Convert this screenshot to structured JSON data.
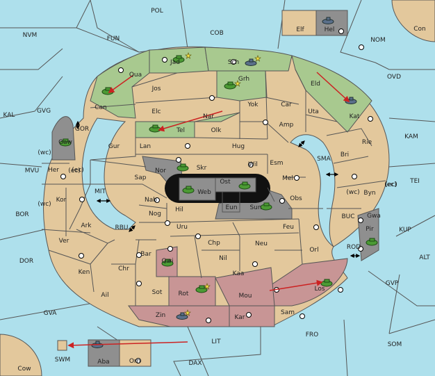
{
  "colors": {
    "sea": "#aee0ec",
    "land": "#e3c89c",
    "green": "#a8c98f",
    "red": "#c89595",
    "grey": "#8f8f8f",
    "black": "#000000",
    "border": "#555555"
  },
  "sea_labels": [
    "POL",
    "NVM",
    "FUN",
    "COB",
    "NOM",
    "Con",
    "OVD",
    "KAL",
    "GVG",
    "GOR",
    "KAM",
    "MVU",
    "(wc)",
    "(ec)",
    "MIT",
    "TEI",
    "BOR",
    "SMA",
    "(wc)",
    "(ec)",
    "RBU",
    "BUC",
    "KUP",
    "DOR",
    "ROD",
    "ALT",
    "GVP",
    "GVA",
    "FRO",
    "SOM",
    "LIT",
    "SWM",
    "DAX",
    "Cow"
  ],
  "land_labels": [
    "Elf",
    "Hel",
    "Jad",
    "Sch",
    "Qua",
    "Jos",
    "Grh",
    "Can",
    "Eld",
    "Yok",
    "Car",
    "Elc",
    "Nar",
    "Uta",
    "Tel",
    "Olk",
    "Amp",
    "Kat",
    "Gaw",
    "Gur",
    "Lan",
    "Hug",
    "Rie",
    "Her",
    "(ec)",
    "Nor",
    "Skr",
    "Wil",
    "Esm",
    "Bri",
    "Sap",
    "Ost",
    "Web",
    "Mel",
    "Byn",
    "(ec)",
    "Kor",
    "(wc)",
    "Nab",
    "Eun",
    "Obs",
    "Gwa",
    "Hil",
    "Sun",
    "Pir",
    "Ark",
    "Nog",
    "Uru",
    "Feu",
    "Ver",
    "Chp",
    "Neu",
    "Orl",
    "Bar",
    "Nil",
    "Qwi",
    "Ken",
    "Chr",
    "Kaa",
    "Rot",
    "Los",
    "Ail",
    "Sot",
    "Mou",
    "Zin",
    "Kar",
    "Sam",
    "Aba",
    "Orn"
  ]
}
